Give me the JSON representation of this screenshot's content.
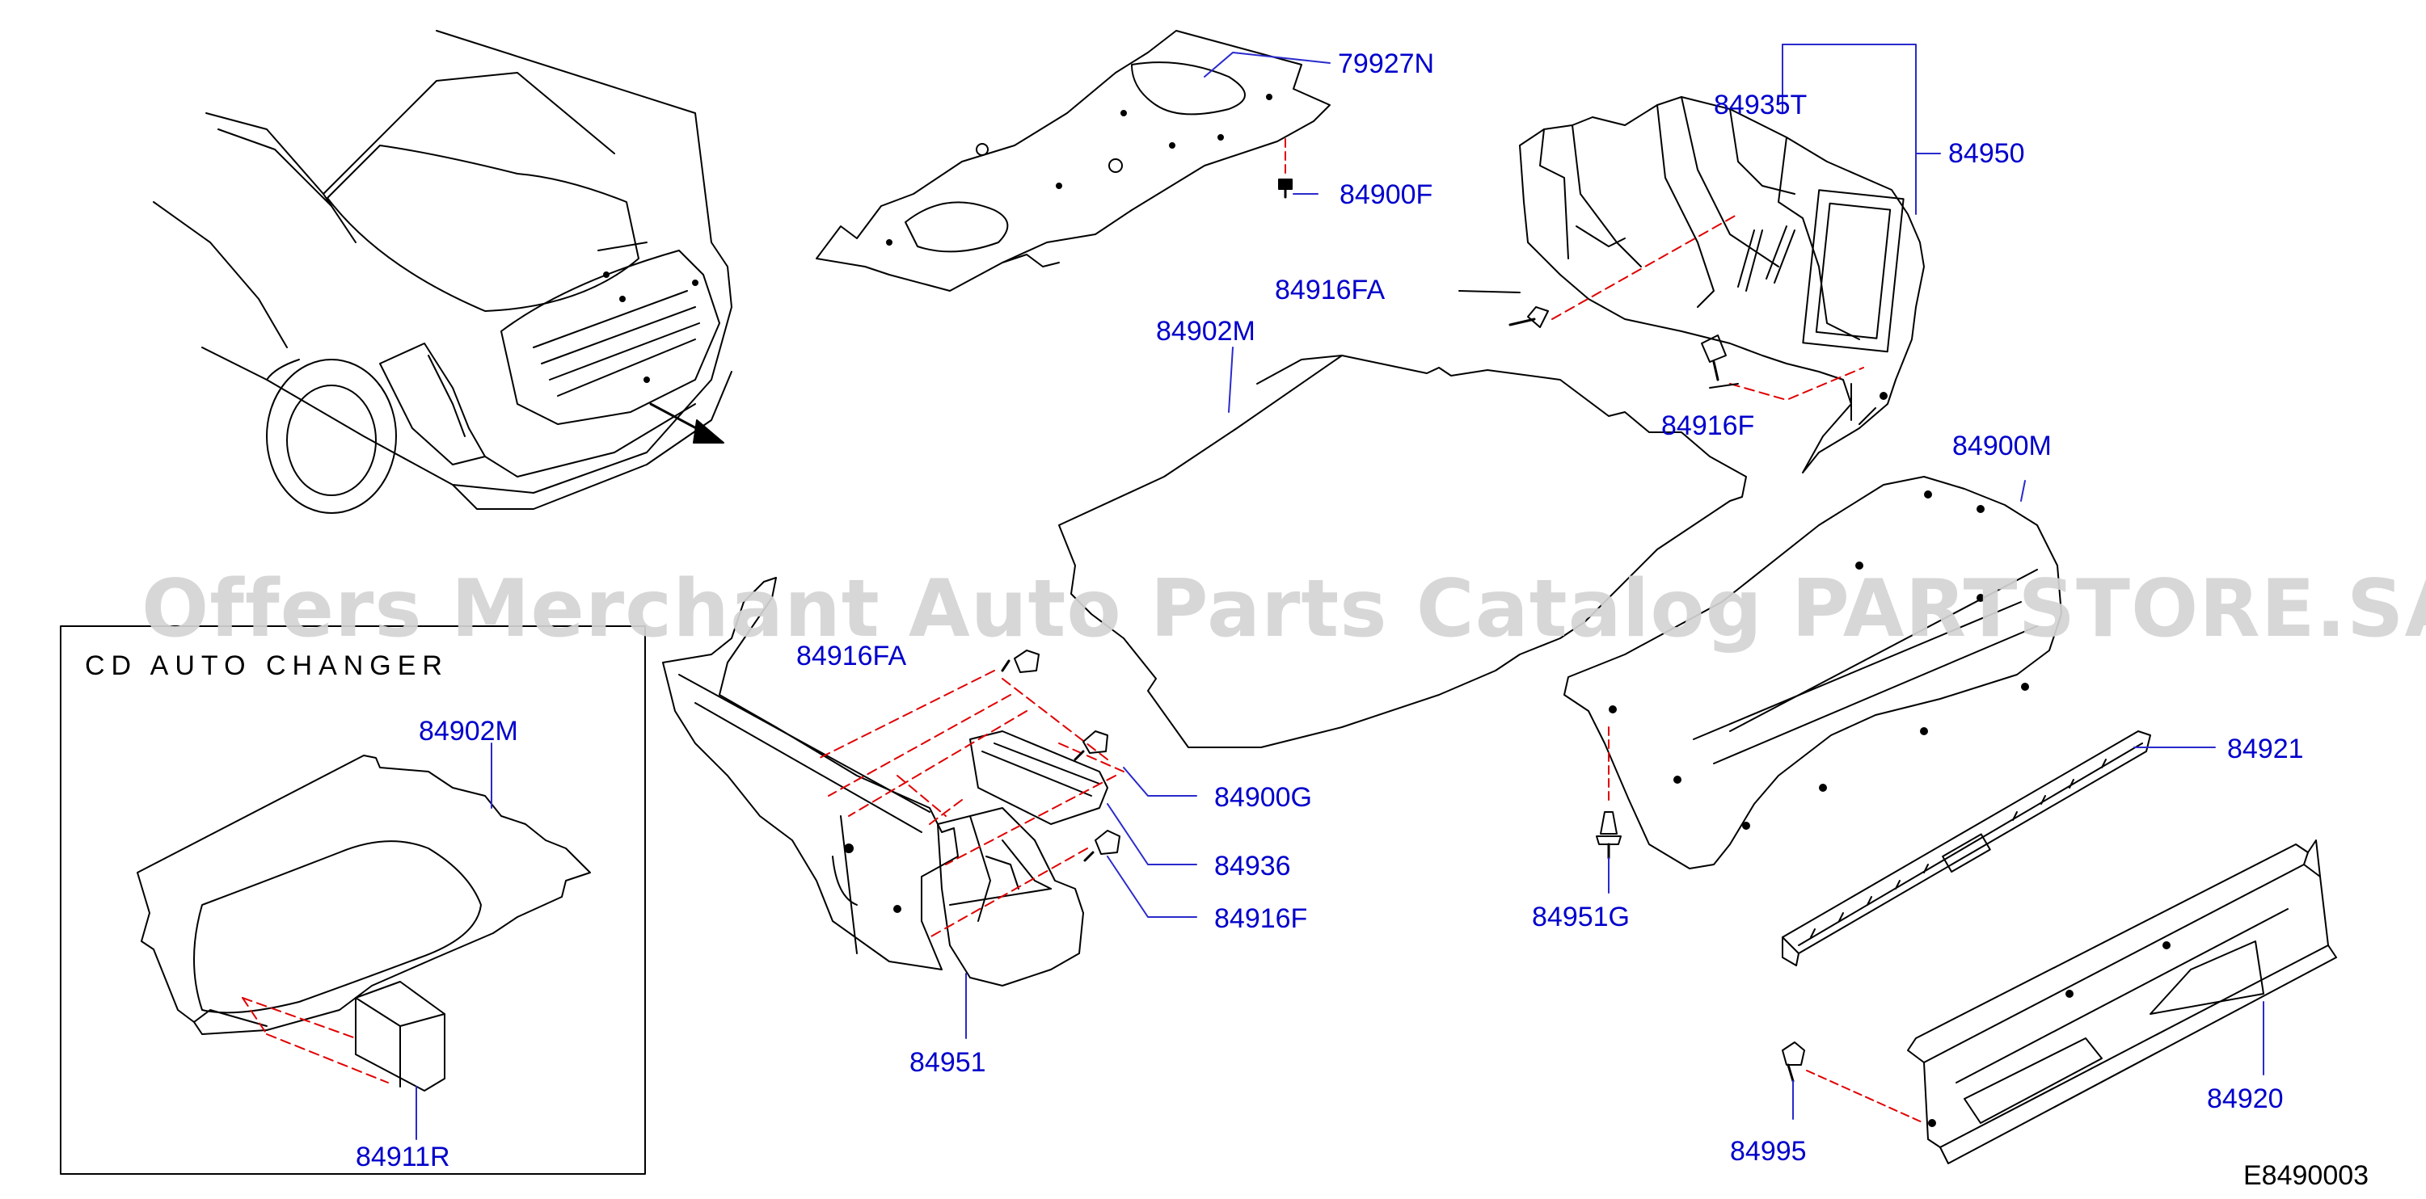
{
  "diagram": {
    "inset_title": "CD AUTO CHANGER",
    "watermark": "Offers Merchant Auto Parts Catalog PARTSTORE.SA",
    "figure_code": "E8490003",
    "line_color": "#000000",
    "callout_color": "#0000cc",
    "dash_color": "#e00000",
    "part_labels": {
      "p79927n": "79927N",
      "p84900f": "84900F",
      "p84935t": "84935T",
      "p84950": "84950",
      "p84916fa_top": "84916FA",
      "p84902m_main": "84902M",
      "p84916f_top": "84916F",
      "p84900m": "84900M",
      "p84916fa_mid": "84916FA",
      "p84921": "84921",
      "p84900g": "84900G",
      "p84936": "84936",
      "p84916f_mid": "84916F",
      "p84951g": "84951G",
      "p84951": "84951",
      "p84920": "84920",
      "p84995": "84995",
      "p84902m_inset": "84902M",
      "p84911r": "84911R"
    }
  }
}
